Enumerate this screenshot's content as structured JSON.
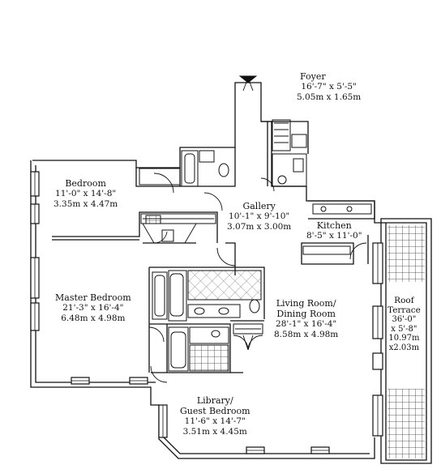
{
  "rooms": {
    "foyer": {
      "name": "Foyer",
      "dim_imperial": "16'-7\" x 5'-5\"",
      "dim_metric": "5.05m x 1.65m"
    },
    "bedroom": {
      "name": "Bedroom",
      "dim_imperial": "11'-0\" x 14'-8\"",
      "dim_metric": "3.35m x 4.47m"
    },
    "gallery": {
      "name": "Gallery",
      "dim_imperial": "10'-1\" x 9'-10\"",
      "dim_metric": "3.07m x 3.00m"
    },
    "kitchen": {
      "name": "Kitchen",
      "dim_imperial": "8'-5\" x 11'-0\""
    },
    "master_bedroom": {
      "name": "Master Bedroom",
      "dim_imperial": "21'-3\" x 16'-4\"",
      "dim_metric": "6.48m x 4.98m"
    },
    "living_room": {
      "name_line1": "Living Room/",
      "name_line2": "Dining Room",
      "dim_imperial": "28'-1\" x 16'-4\"",
      "dim_metric": "8.58m x 4.98m"
    },
    "roof_terrace": {
      "name_line1": "Roof",
      "name_line2": "Terrace",
      "dim_line1": "36'-0\"",
      "dim_line2": "x 5'-8\"",
      "dim_line3": "10.97m",
      "dim_line4": "x2.03m"
    },
    "library": {
      "name_line1": "Library/",
      "name_line2": "Guest Bedroom",
      "dim_imperial": "11'-6\" x 14'-7\"",
      "dim_metric": "3.51m x 4.45m"
    }
  }
}
